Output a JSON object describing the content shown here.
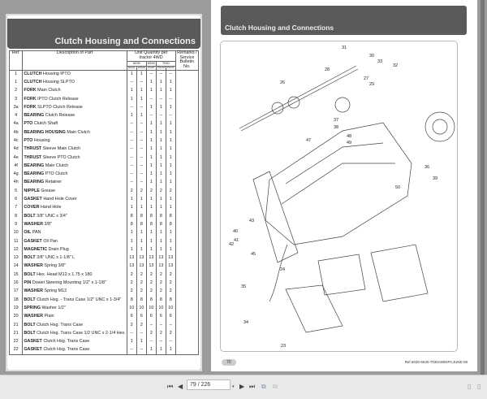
{
  "left_page": {
    "title": "Clutch Housing and Connections",
    "headers": {
      "ref": "Ref.",
      "description": "Description of Part",
      "unit_qty": "Unit Quantity per tractor 4WD",
      "models": [
        "6030",
        "6530",
        "7030"
      ],
      "codes": [
        "RGMA",
        "RGMN",
        "PGMT",
        "PGMN",
        "PGMX"
      ],
      "remarks": "Remarks / Service Bulletin No."
    },
    "rows": [
      [
        "1",
        "CLUTCH",
        "Housing IPTO",
        "1",
        "1",
        "–",
        "–",
        "–"
      ],
      [
        "1",
        "CLUTCH",
        "Housing SLPTO",
        "–",
        "–",
        "1",
        "1",
        "1"
      ],
      [
        "2",
        "FORK",
        "Main Clutch",
        "1",
        "1",
        "1",
        "1",
        "1"
      ],
      [
        "3",
        "FORK",
        "IPTO Clutch Release",
        "1",
        "1",
        "–",
        "–",
        "–"
      ],
      [
        "3a",
        "FORK",
        "SLPTO Clutch Release",
        "–",
        "–",
        "1",
        "1",
        "1"
      ],
      [
        "4",
        "BEARING",
        "Clutch Release",
        "1",
        "1",
        "–",
        "–",
        "–"
      ],
      [
        "4a",
        "PTO",
        "Clutch Shaft",
        "–",
        "–",
        "1",
        "1",
        "1"
      ],
      [
        "4b",
        "BEARING HOUSING",
        "Main Clutch",
        "–",
        "–",
        "1",
        "1",
        "1"
      ],
      [
        "4c",
        "PTO",
        "Housing",
        "–",
        "–",
        "1",
        "1",
        "1"
      ],
      [
        "4d",
        "THRUST",
        "Sleeve Main Clutch",
        "–",
        "–",
        "1",
        "1",
        "1"
      ],
      [
        "4e",
        "THRUST",
        "Sleeve PTO Clutch",
        "–",
        "–",
        "1",
        "1",
        "1"
      ],
      [
        "4f",
        "BEARING",
        "Main Clutch",
        "–",
        "–",
        "1",
        "1",
        "1"
      ],
      [
        "4g",
        "BEARING",
        "PTO Clutch",
        "–",
        "–",
        "1",
        "1",
        "1"
      ],
      [
        "4h",
        "BEARING",
        "Retainer",
        "–",
        "–",
        "1",
        "1",
        "1"
      ],
      [
        "5",
        "NIPPLE",
        "Grease",
        "2",
        "2",
        "2",
        "2",
        "2"
      ],
      [
        "6",
        "GASKET",
        "Hand Hole Cover",
        "1",
        "1",
        "1",
        "1",
        "1"
      ],
      [
        "7",
        "COVER",
        "Hand Hole",
        "1",
        "1",
        "1",
        "1",
        "1"
      ],
      [
        "8",
        "BOLT",
        "3/8\" UNC x 3/4\"",
        "8",
        "8",
        "8",
        "8",
        "8"
      ],
      [
        "9",
        "WASHER",
        "3/8\"",
        "8",
        "8",
        "8",
        "8",
        "8"
      ],
      [
        "10",
        "OIL",
        "PAN",
        "1",
        "1",
        "1",
        "1",
        "1"
      ],
      [
        "11",
        "GASKET",
        "Oil Pan",
        "1",
        "1",
        "1",
        "1",
        "1"
      ],
      [
        "12",
        "MAGNETIC",
        "Drain Plug",
        "1",
        "1",
        "1",
        "1",
        "1"
      ],
      [
        "13",
        "BOLT",
        "3/8\" UNC x 1-1/8\" L",
        "13",
        "13",
        "13",
        "13",
        "13"
      ],
      [
        "14",
        "WASHER",
        "Spring 3/8\"",
        "13",
        "13",
        "13",
        "13",
        "13"
      ],
      [
        "15",
        "BOLT",
        "Hex. Head M12 x 1.75 x 180",
        "2",
        "2",
        "2",
        "2",
        "2"
      ],
      [
        "16",
        "PIN",
        "Dowel Steering Mounting 1/2\" x 1-1/8\"",
        "2",
        "2",
        "2",
        "2",
        "2"
      ],
      [
        "17",
        "WASHER",
        "Spring M12",
        "2",
        "2",
        "2",
        "2",
        "2"
      ],
      [
        "18",
        "BOLT",
        "Clutch Hsg. - Trans Case 1/2\" UNC x 1-3/4\"",
        "8",
        "8",
        "8",
        "8",
        "8"
      ],
      [
        "19",
        "SPRING",
        "Washer 1/2\"",
        "10",
        "10",
        "10",
        "10",
        "10"
      ],
      [
        "20",
        "WASHER",
        "Plain",
        "6",
        "6",
        "6",
        "6",
        "6"
      ],
      [
        "21",
        "BOLT",
        "Clutch Hsg. Trans Case",
        "2",
        "2",
        "–",
        "–",
        "–"
      ],
      [
        "21",
        "BOLT",
        "Clutch Hsg. Trans Case 1/2 UNC x 2-1/4 Hex.",
        "–",
        "–",
        "2",
        "2",
        "2"
      ],
      [
        "22",
        "GASKET",
        "Clutch Hsg. Trans Case",
        "1",
        "1",
        "–",
        "–",
        "–"
      ],
      [
        "22",
        "GASKET",
        "Clutch Hsg. Trans Case",
        "–",
        "–",
        "1",
        "1",
        "1"
      ]
    ]
  },
  "right_page": {
    "title": "Clutch Housing and Connections",
    "callouts": [
      "31",
      "30",
      "33",
      "32",
      "28",
      "27",
      "29",
      "26",
      "37",
      "38",
      "48",
      "49",
      "47",
      "36",
      "39",
      "50",
      "43",
      "40",
      "41",
      "42",
      "45",
      "24",
      "35",
      "34",
      "23"
    ],
    "page_number": "70",
    "reference": "Ref.6030-6530-7030AWDIPCJUNE-08"
  },
  "toolbar": {
    "page_field": "79 / 226",
    "first": "first-page-icon",
    "prev": "prev-page-icon",
    "next": "next-page-icon",
    "last": "last-page-icon"
  }
}
